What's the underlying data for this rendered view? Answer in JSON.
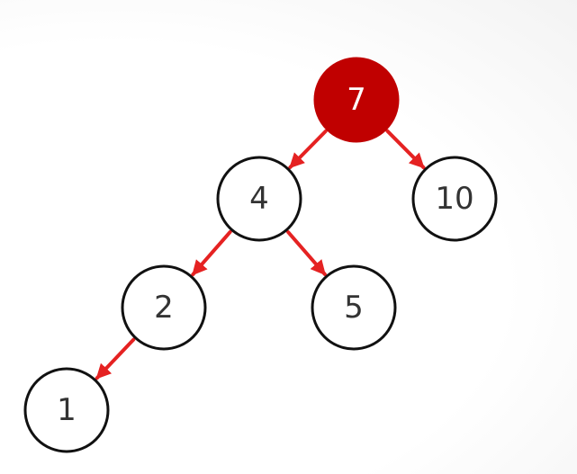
{
  "colors": {
    "root_fill": "#c00000",
    "node_fill": "#ffffff",
    "node_stroke": "#111111",
    "edge": "#e52222",
    "root_text": "#ffffff",
    "node_text": "#333333"
  },
  "tree": {
    "nodes": [
      {
        "id": "n7",
        "label": "7",
        "highlighted": true
      },
      {
        "id": "n4",
        "label": "4",
        "highlighted": false
      },
      {
        "id": "n10",
        "label": "10",
        "highlighted": false
      },
      {
        "id": "n2",
        "label": "2",
        "highlighted": false
      },
      {
        "id": "n5",
        "label": "5",
        "highlighted": false
      },
      {
        "id": "n1",
        "label": "1",
        "highlighted": false
      }
    ],
    "edges": [
      {
        "from": "n7",
        "to": "n4"
      },
      {
        "from": "n7",
        "to": "n10"
      },
      {
        "from": "n4",
        "to": "n2"
      },
      {
        "from": "n4",
        "to": "n5"
      },
      {
        "from": "n2",
        "to": "n1"
      }
    ]
  }
}
